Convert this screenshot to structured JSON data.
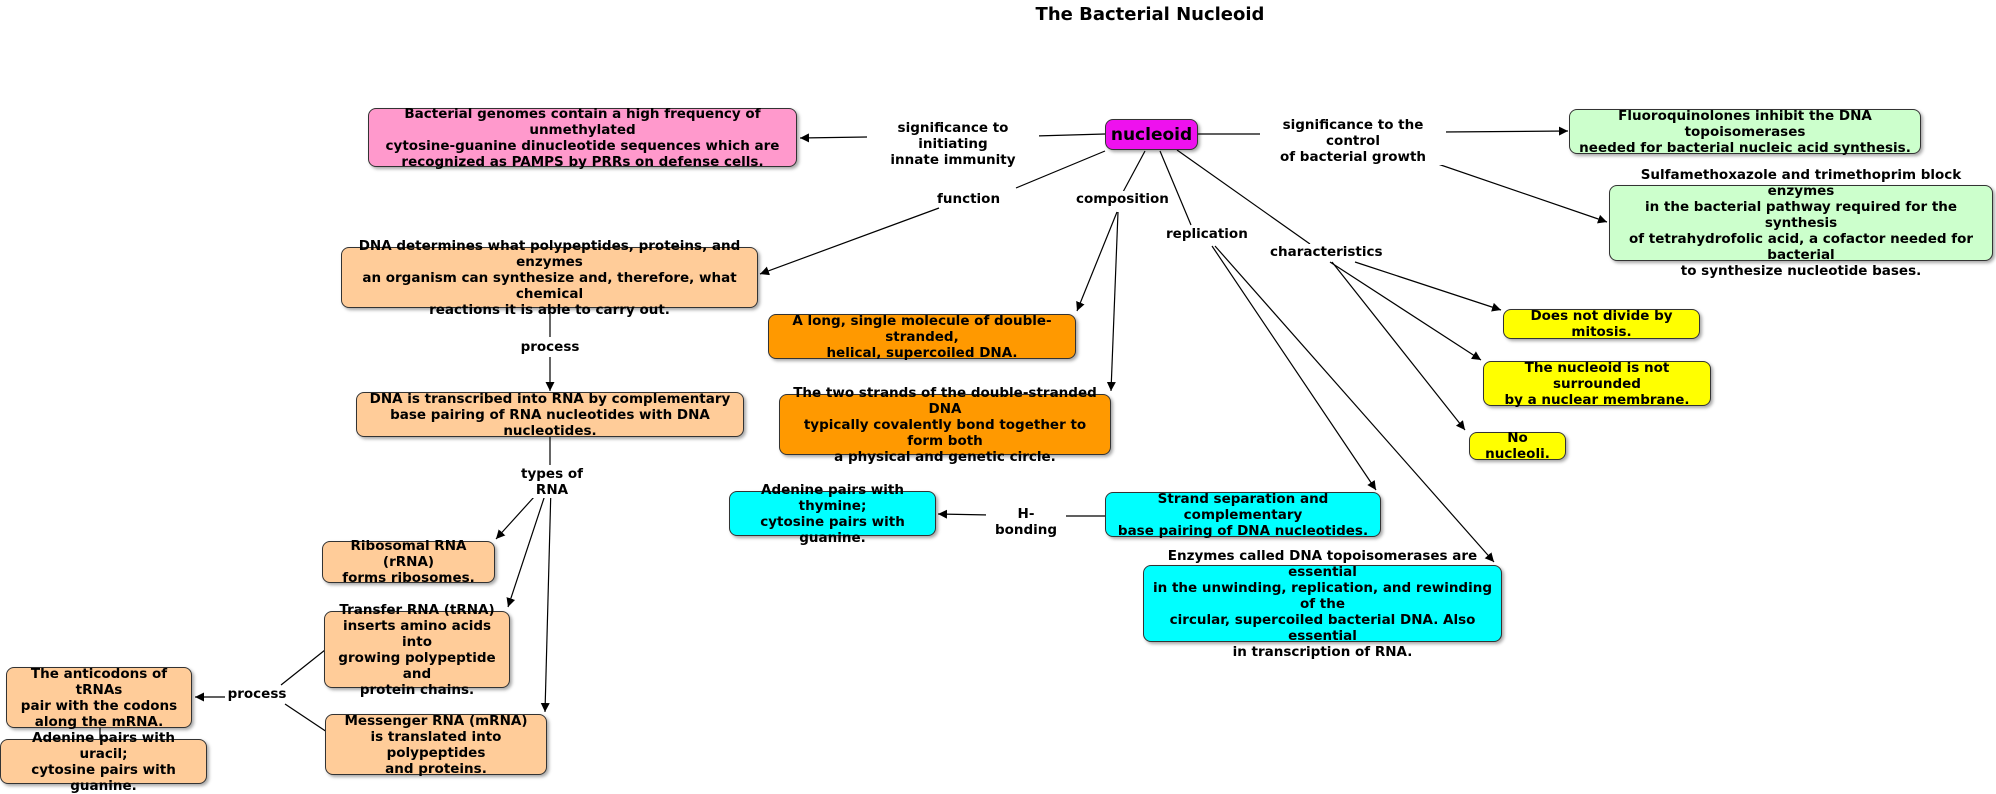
{
  "title": "The Bacterial Nucleoid",
  "colors": {
    "center": "#ee11ee",
    "pink": "#ff99cc",
    "green": "#ccffcc",
    "peach": "#ffcc99",
    "orange": "#ff9900",
    "cyan": "#00ffff",
    "yellow": "#ffff00"
  },
  "nodes": {
    "center": "nucleoid",
    "immunity": "Bacterial genomes contain a high frequency of unmethylated\ncytosine-guanine dinucleotide sequences which are\nrecognized as PAMPS by PRRs on defense cells.",
    "fluoro": "Fluoroquinolones inhibit the DNA topoisomerases\nneeded for bacterial nucleic acid synthesis.",
    "sulfa": "Sulfamethoxazole and trimethoprim block enzymes\nin the bacterial pathway required for the synthesis\nof tetrahydrofolic acid, a cofactor needed for bacterial\nto synthesize nucleotide bases.",
    "function": "DNA determines what polypeptides, proteins, and enzymes\nan organism can synthesize and, therefore, what chemical\nreactions it is able to carry out.",
    "transcribed": "DNA is transcribed into RNA by complementary\nbase pairing of RNA nucleotides with DNA nucleotides.",
    "rrna": "Ribosomal RNA (rRNA)\nforms ribosomes.",
    "trna": "Transfer RNA (tRNA)\ninserts amino acids into\ngrowing polypeptide and\nprotein chains.",
    "mrna": "Messenger RNA (mRNA)\nis translated into polypeptides\nand proteins.",
    "anticodons": "The anticodons of tRNAs\npair with the codons\nalong the mRNA.",
    "uracil": "Adenine pairs with uracil;\ncytosine pairs with guanine.",
    "comp1": "A long, single molecule of double-stranded,\nhelical, supercoiled DNA.",
    "comp2": "The two strands of the double-stranded DNA\ntypically covalently bond together to form both\na physical and genetic circle.",
    "thymine": "Adenine pairs with thymine;\ncytosine pairs with guanine.",
    "strand": "Strand separation and complementary\nbase pairing of DNA nucleotides.",
    "topo": "Enzymes called DNA topoisomerases are essential\nin the unwinding, replication, and rewinding of the\ncircular, supercoiled bacterial DNA. Also essential\nin transcription of RNA.",
    "mitosis": "Does not divide by mitosis.",
    "membrane": "The nucleoid is not surrounded\nby a nuclear membrane.",
    "nucleoli": "No nucleoli."
  },
  "labels": {
    "sig_immunity": "significance to initiating\ninnate immunity",
    "sig_control": "significance to the control\nof bacterial growth",
    "function": "function",
    "composition": "composition",
    "replication": "replication",
    "characteristics": "characteristics",
    "process1": "process",
    "types_rna": "types of RNA",
    "process2": "process",
    "h_bonding": "H-bonding"
  }
}
